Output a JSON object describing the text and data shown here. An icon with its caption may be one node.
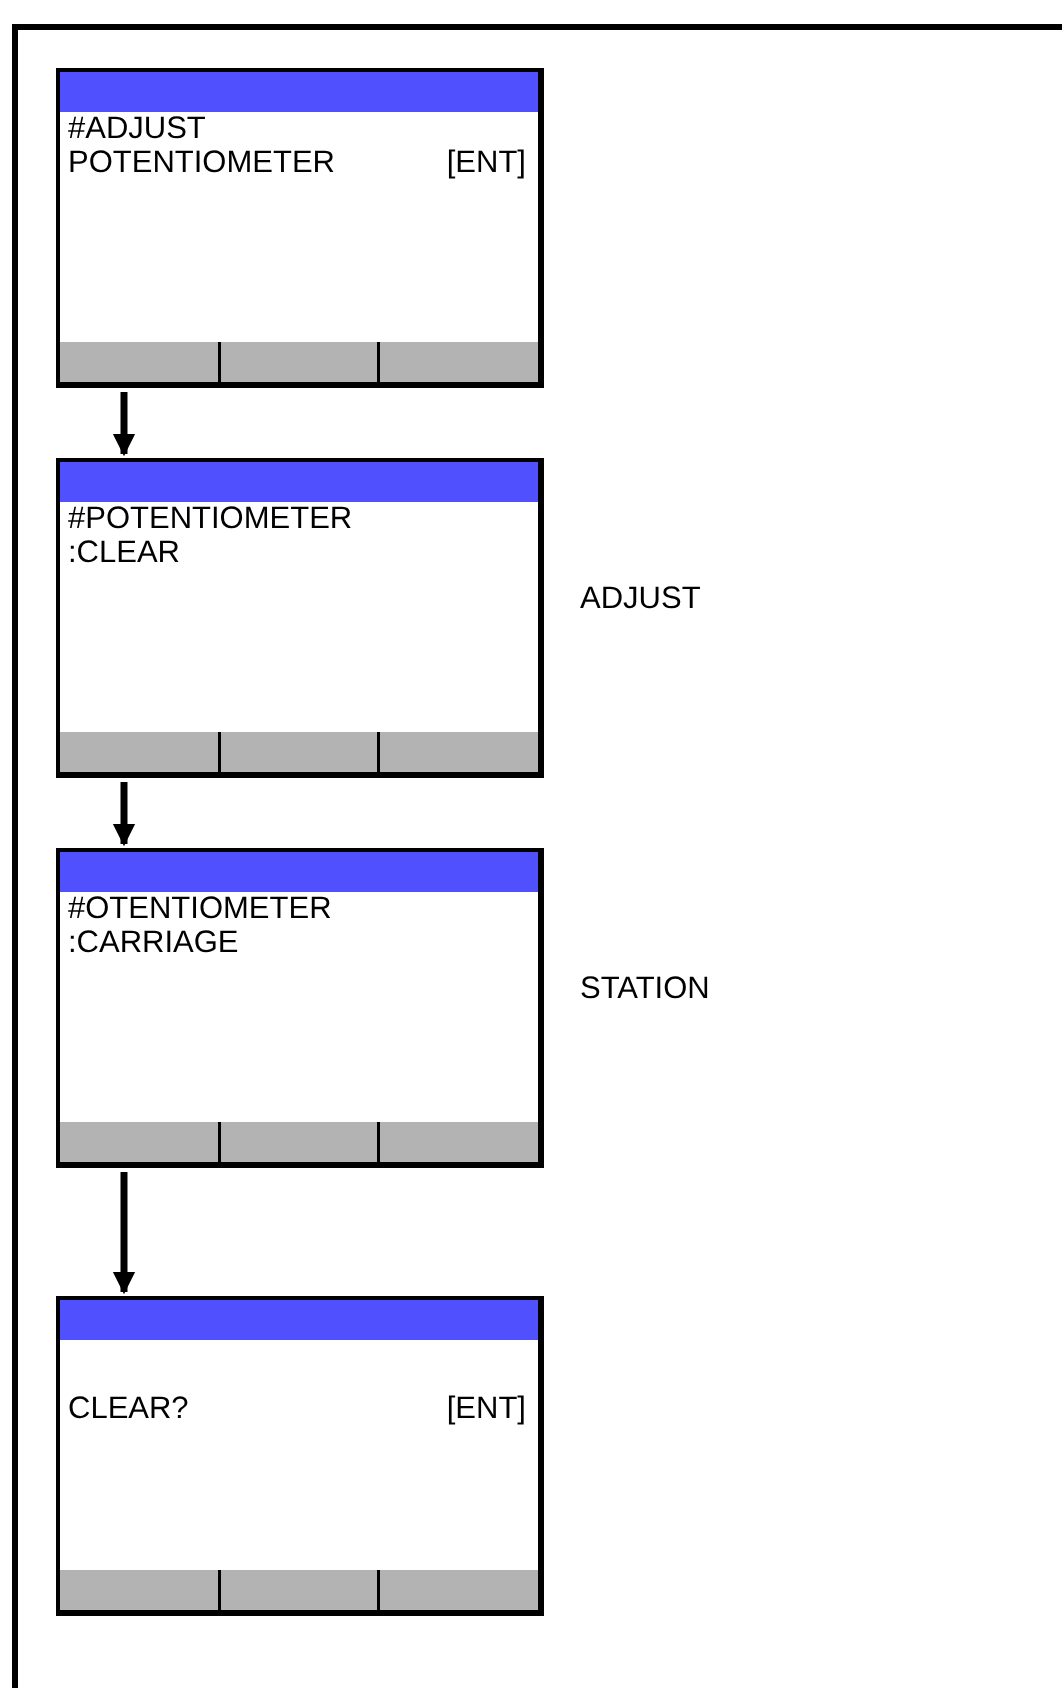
{
  "diagram": {
    "nodes": [
      {
        "text": [
          "#ADJUST POTENTIOMETER",
          "[ENT]"
        ]
      },
      {
        "text": [
          "#POTENTIOMETER :CLEAR"
        ],
        "beside": [
          "ADJUST"
        ]
      },
      {
        "text": [
          "#OTENTIOMETER :CARRIAGE"
        ],
        "beside": [
          "STATION"
        ]
      },
      {
        "text": [
          "CLEAR?",
          "[ENT]"
        ]
      }
    ],
    "edges": [
      {
        "from": 0,
        "to": 1,
        "arrow": "to"
      },
      {
        "from": 1,
        "to": 2,
        "arrow": "to"
      },
      {
        "from": 2,
        "to": 3,
        "arrow": "to"
      }
    ]
  }
}
